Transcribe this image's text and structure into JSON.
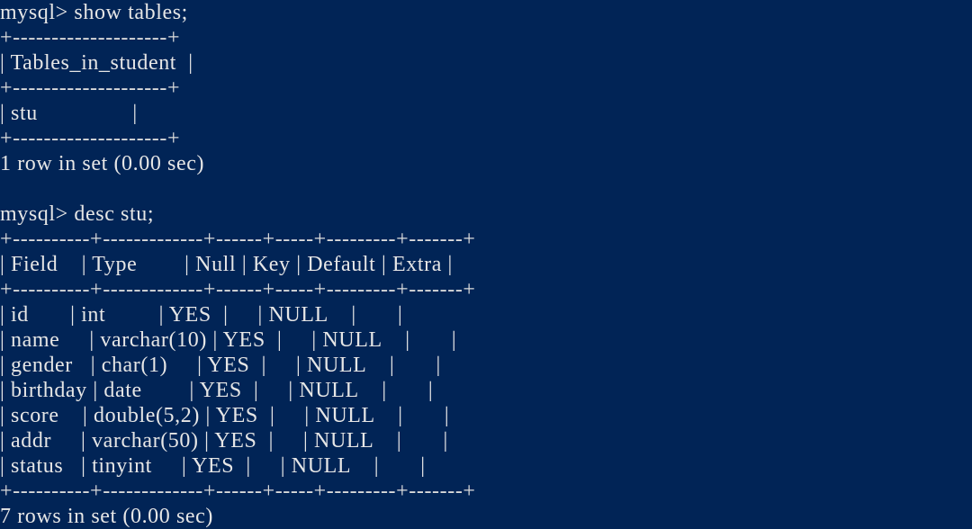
{
  "terminal": {
    "background": "#012456",
    "foreground": "#e6e6e6",
    "lines": [
      "mysql> show tables;",
      "+--------------------+",
      "| Tables_in_student  |",
      "+--------------------+",
      "| stu                |",
      "+--------------------+",
      "1 row in set (0.00 sec)",
      "",
      "mysql> desc stu;",
      "+----------+-------------+------+-----+---------+-------+",
      "| Field    | Type        | Null | Key | Default | Extra |",
      "+----------+-------------+------+-----+---------+-------+",
      "| id       | int         | YES  |     | NULL    |       |",
      "| name     | varchar(10) | YES  |     | NULL    |       |",
      "| gender   | char(1)     | YES  |     | NULL    |       |",
      "| birthday | date        | YES  |     | NULL    |       |",
      "| score    | double(5,2) | YES  |     | NULL    |       |",
      "| addr     | varchar(50) | YES  |     | NULL    |       |",
      "| status   | tinyint     | YES  |     | NULL    |       |",
      "+----------+-------------+------+-----+---------+-------+",
      "7 rows in set (0.00 sec)"
    ]
  }
}
